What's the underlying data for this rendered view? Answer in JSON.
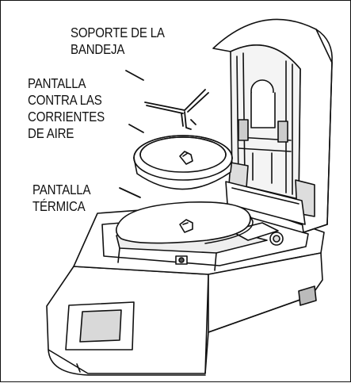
{
  "labels": {
    "tray_support": [
      "SOPORTE DE LA",
      "BANDEJA"
    ],
    "draft_shield": [
      "PANTALLA",
      "CONTRA LAS",
      "CORRIENTES",
      "DE AIRE"
    ],
    "heat_shield": [
      "PANTALLA",
      "TÉRMICA"
    ]
  },
  "colors": {
    "line": "#111111",
    "fill": "#ffffff",
    "shade": "#d9d9d9",
    "dark": "#555555"
  }
}
